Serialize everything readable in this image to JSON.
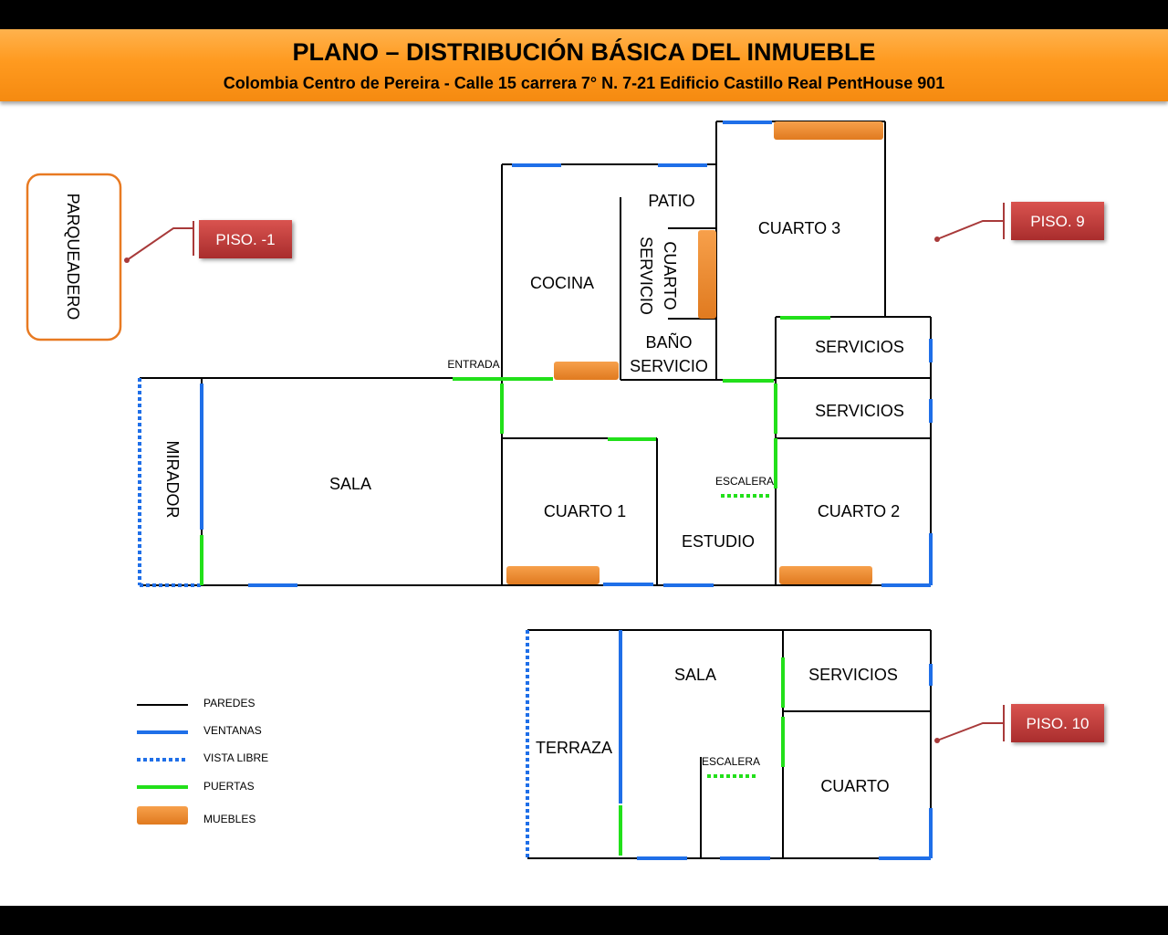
{
  "header": {
    "title": "PLANO – DISTRIBUCIÓN BÁSICA DEL INMUEBLE",
    "subtitle": "Colombia  Centro de Pereira - Calle 15 carrera 7° N. 7-21 Edificio Castillo  Real PentHouse 901"
  },
  "tags": {
    "piso_m1": "PISO. -1",
    "piso_9": "PISO. 9",
    "piso_10": "PISO. 10"
  },
  "parking": "PARQUEADERO",
  "floor9": {
    "sala": "SALA",
    "mirador": "MIRADOR",
    "cocina": "COCINA",
    "patio": "PATIO",
    "cuarto_servicio_1": "CUARTO",
    "cuarto_servicio_2": "SERVICIO",
    "bano_1": "BAÑO",
    "bano_2": "SERVICIO",
    "entrada": "ENTRADA",
    "cuarto3": "CUARTO 3",
    "servicios_a": "SERVICIOS",
    "servicios_b": "SERVICIOS",
    "cuarto1": "CUARTO 1",
    "estudio": "ESTUDIO",
    "escalera": "ESCALERA",
    "cuarto2": "CUARTO 2"
  },
  "floor10": {
    "sala": "SALA",
    "terraza": "TERRAZA",
    "servicios": "SERVICIOS",
    "escalera": "ESCALERA",
    "cuarto": "CUARTO"
  },
  "legend": {
    "paredes": "PAREDES",
    "ventanas": "VENTANAS",
    "vista_libre": "VISTA LIBRE",
    "puertas": "PUERTAS",
    "muebles": "MUEBLES"
  },
  "colors": {
    "wall": "#000000",
    "window": "#1f6fe8",
    "door": "#22e01a",
    "furniture": "#f28a2a",
    "tag": "#c0393b",
    "parking_border": "#e87a22",
    "banner": "#ff9a1f"
  }
}
